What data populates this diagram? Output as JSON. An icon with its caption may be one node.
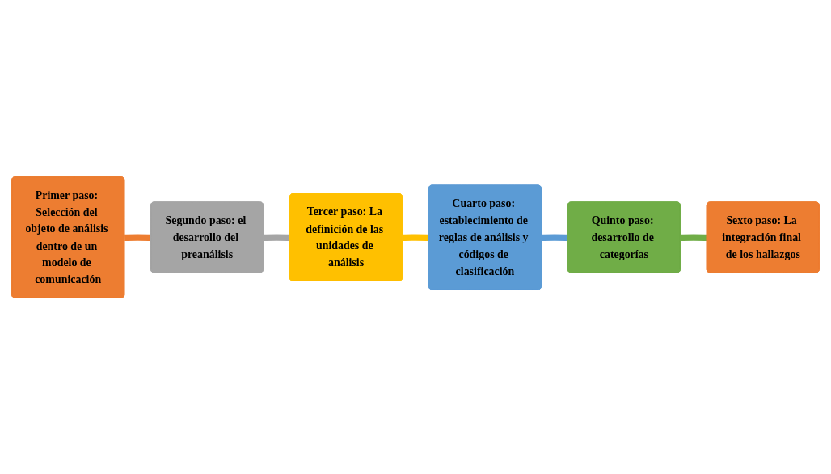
{
  "diagram": {
    "nodes": [
      {
        "text": [
          "Primer paso: Selección del objeto de análisis dentro de un modelo de comunicación"
        ]
      },
      {
        "text": [
          "Segundo paso: el desarrollo del preanálisis"
        ]
      },
      {
        "text": [
          "Tercer paso: La definición de las unidades de análisis"
        ]
      },
      {
        "text": [
          "Cuarto paso: establecimiento de reglas de análisis y códigos de clasificación"
        ]
      },
      {
        "text": [
          "Quinto paso: desarrollo de categorías"
        ]
      },
      {
        "text": [
          "Sexto paso: La integración final de los hallazgos"
        ]
      }
    ],
    "edges": [
      {
        "from": 0,
        "to": 1,
        "arrow": "none",
        "color": "#ed7d31"
      },
      {
        "from": 1,
        "to": 2,
        "arrow": "none",
        "color": "#a5a5a5"
      },
      {
        "from": 2,
        "to": 3,
        "arrow": "none",
        "color": "#ffc000"
      },
      {
        "from": 3,
        "to": 4,
        "arrow": "none",
        "color": "#5b9bd5"
      },
      {
        "from": 4,
        "to": 5,
        "arrow": "none",
        "color": "#70ad47"
      }
    ]
  }
}
